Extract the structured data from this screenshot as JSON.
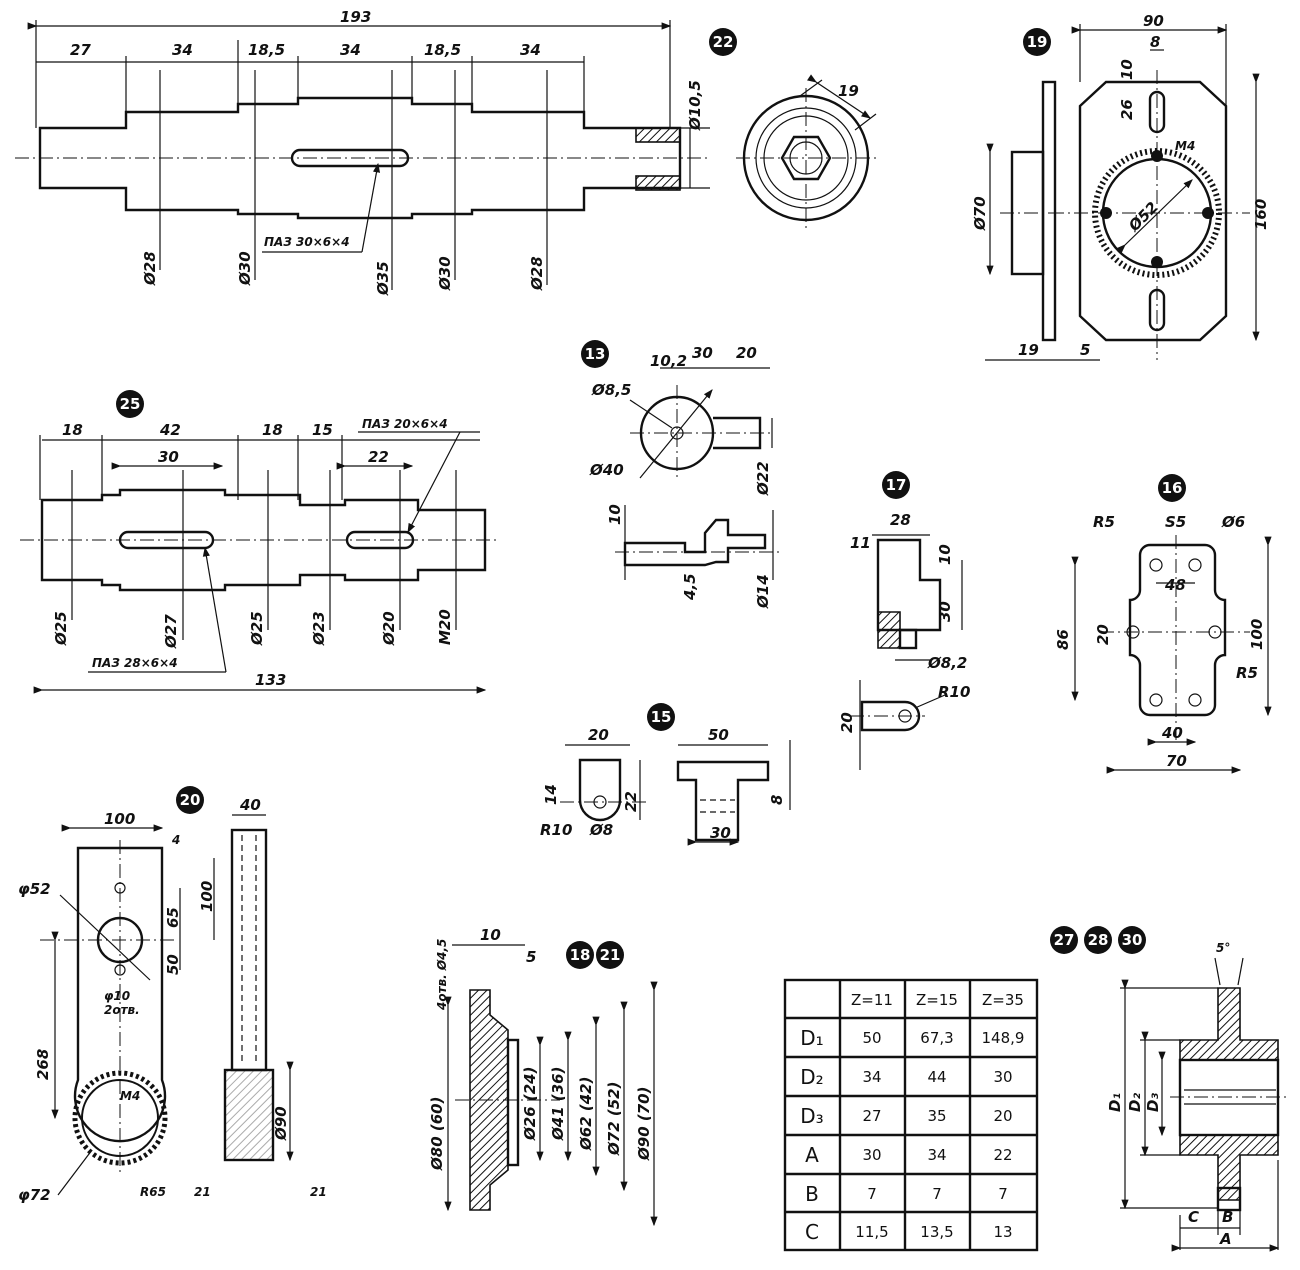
{
  "figures": {
    "badge22": "22",
    "badge19": "19",
    "badge13": "13",
    "badge25": "25",
    "badge17": "17",
    "badge16": "16",
    "badge15": "15",
    "badge20": "20",
    "badge18": "18",
    "badge21": "21",
    "badge27": "27",
    "badge28": "28",
    "badge30": "30"
  },
  "shaft22": {
    "overall": "193",
    "s1": "27",
    "s2": "34",
    "s3": "18,5",
    "s4": "34",
    "s5": "18,5",
    "s6": "34",
    "end_d": "Ø10,5",
    "d1": "Ø28",
    "d2": "Ø30",
    "slot": "ПАЗ 30×6×4",
    "d3": "Ø35",
    "d4": "Ø30",
    "d5": "Ø28",
    "nut": "19"
  },
  "plate19": {
    "w": "90",
    "slot_w": "8",
    "slot_l": "26",
    "slot_h": "10",
    "thread": "M4",
    "bore": "Ø52",
    "flange": "Ø70",
    "h": "160",
    "t1": "19",
    "t2": "5"
  },
  "part13": {
    "a": "10,2",
    "b": "30",
    "c": "20",
    "hole": "Ø8,5",
    "outer": "Ø40",
    "pin": "Ø22",
    "h": "10",
    "t": "4,5",
    "pin2": "Ø14"
  },
  "shaft25": {
    "s1": "18",
    "s2": "42",
    "s3": "18",
    "s4": "15",
    "slot1": "ПАЗ 20×6×4",
    "key1": "30",
    "key2": "22",
    "d1": "Ø25",
    "d2": "Ø27",
    "d3": "Ø25",
    "d4": "Ø23",
    "d5": "Ø20",
    "thread": "M20",
    "slot2": "ПАЗ 28×6×4",
    "overall": "133"
  },
  "part17": {
    "a": "11",
    "b": "28",
    "c": "10",
    "d": "30",
    "hole": "Ø8,2",
    "r": "R10",
    "h": "20"
  },
  "part16": {
    "r1": "R5",
    "s": "S5",
    "hole": "Ø6",
    "c": "48",
    "h1": "86",
    "h2": "20",
    "h3": "100",
    "r2": "R5",
    "w1": "40",
    "w2": "70"
  },
  "part15": {
    "a": "20",
    "b": "14",
    "c": "22",
    "r": "R10",
    "hole": "Ø8",
    "w": "50",
    "h": "8",
    "base": "30"
  },
  "lever20": {
    "w": "100",
    "t": "40",
    "s": "4",
    "d1": "φ52",
    "a": "65",
    "b": "100",
    "c": "50",
    "holes": "φ10",
    "holes2": "2отв.",
    "len": "268",
    "thread": "M4",
    "d2": "φ72",
    "r": "R65",
    "e": "21",
    "f": "21",
    "shaft": "Ø90"
  },
  "flange18": {
    "a": "10",
    "b": "5",
    "holes": "4отв. Ø4,5",
    "outer": "Ø80 (60)",
    "d1": "Ø26 (24)",
    "d2": "Ø41 (36)",
    "d3": "Ø62 (42)",
    "d4": "Ø72 (52)",
    "d5": "Ø90 (70)"
  },
  "gear_table": {
    "headers": [
      "",
      "Z=11",
      "Z=15",
      "Z=35"
    ],
    "rows": [
      [
        "D₁",
        "50",
        "67,3",
        "148,9"
      ],
      [
        "D₂",
        "34",
        "44",
        "30"
      ],
      [
        "D₃",
        "27",
        "35",
        "20"
      ],
      [
        "A",
        "30",
        "34",
        "22"
      ],
      [
        "B",
        "7",
        "7",
        "7"
      ],
      [
        "C",
        "11,5",
        "13,5",
        "13"
      ]
    ]
  },
  "gear_section": {
    "angle": "5°",
    "D1": "D₁",
    "D2": "D₂",
    "D3": "D₃",
    "C": "C",
    "B": "B",
    "A": "A"
  }
}
